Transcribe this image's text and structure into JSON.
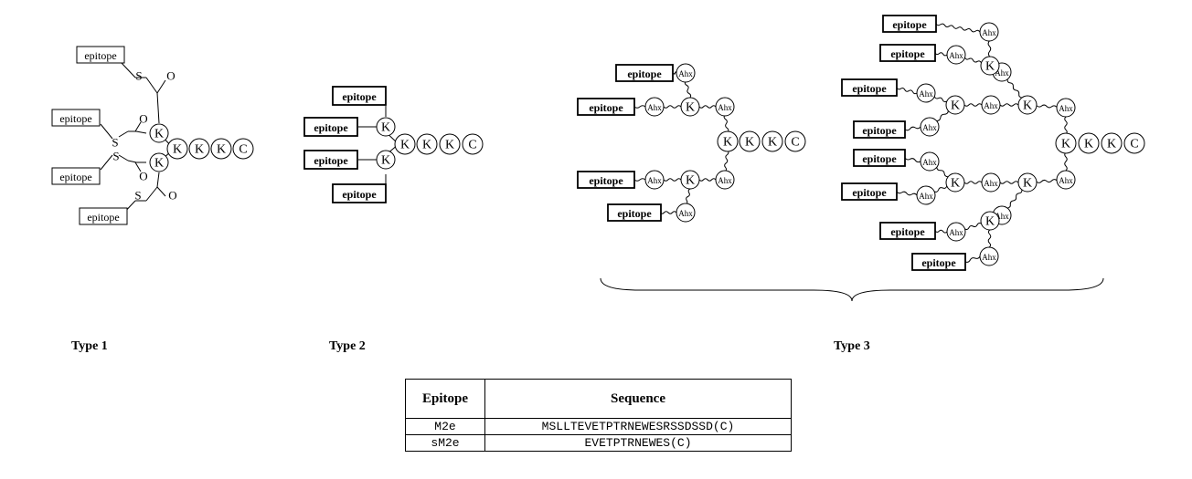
{
  "labels": {
    "epitope": "epitope",
    "K": "K",
    "C": "C",
    "S": "S",
    "O": "O",
    "Ahx": "Ahx"
  },
  "types": [
    {
      "label": "Type 1"
    },
    {
      "label": "Type 2"
    },
    {
      "label": "Type 3"
    }
  ],
  "table": {
    "headers": [
      "Epitope",
      "Sequence"
    ],
    "rows": [
      {
        "epitope": "M2e",
        "sequence": "MSLLTEVETPTRNEWESRSSDSSD(C)"
      },
      {
        "epitope": "sM2e",
        "sequence": "EVETPTRNEWES(C)"
      }
    ]
  }
}
